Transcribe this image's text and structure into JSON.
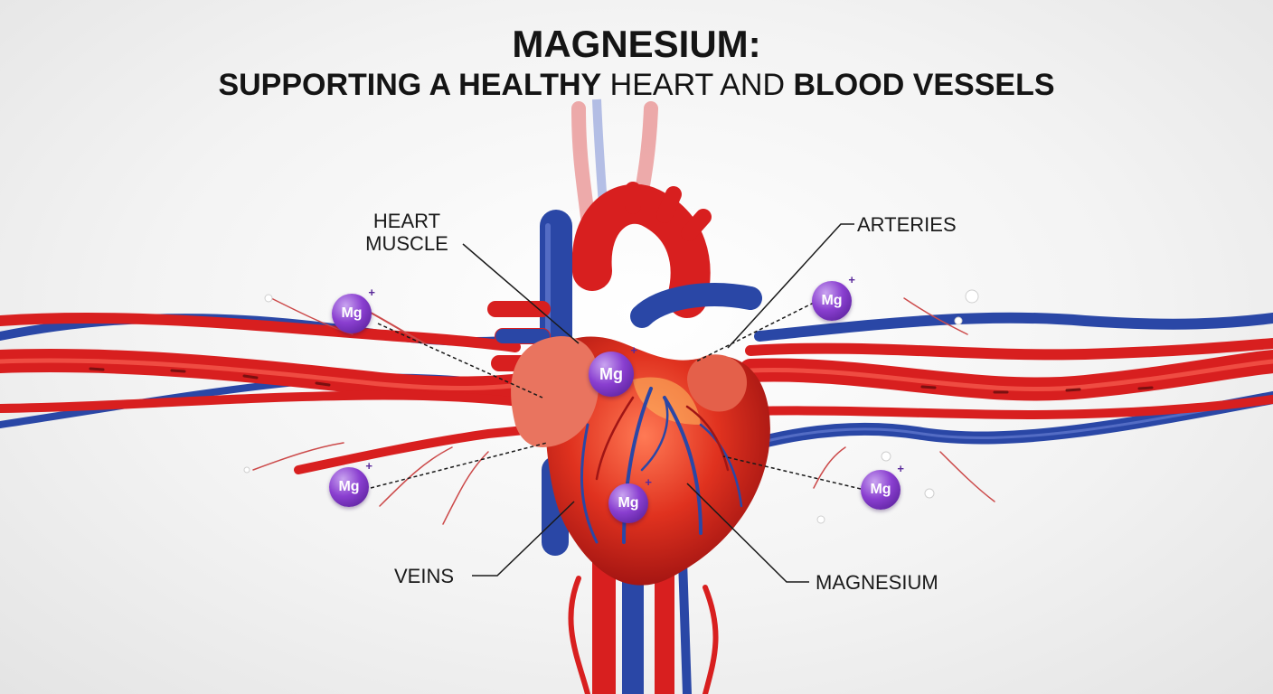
{
  "title": {
    "line1": "MAGNESIUM:",
    "line2_bold_a": "SUPPORTING A HEALTHY",
    "line2_normal": " HEART AND ",
    "line2_bold_b": "BLOOD VESSELS"
  },
  "labels": {
    "heart_muscle_1": "HEART",
    "heart_muscle_2": "MUSCLE",
    "arteries": "ARTERIES",
    "veins": "VEINS",
    "magnesium": "MAGNESIUM"
  },
  "mg_symbol": "Mg",
  "mg_charge": "+",
  "colors": {
    "artery": "#d81f1f",
    "artery_highlight": "#ff6a5a",
    "vein": "#2a47a6",
    "vein_highlight": "#6f86d8",
    "magnesium": "#8a3fd0"
  }
}
